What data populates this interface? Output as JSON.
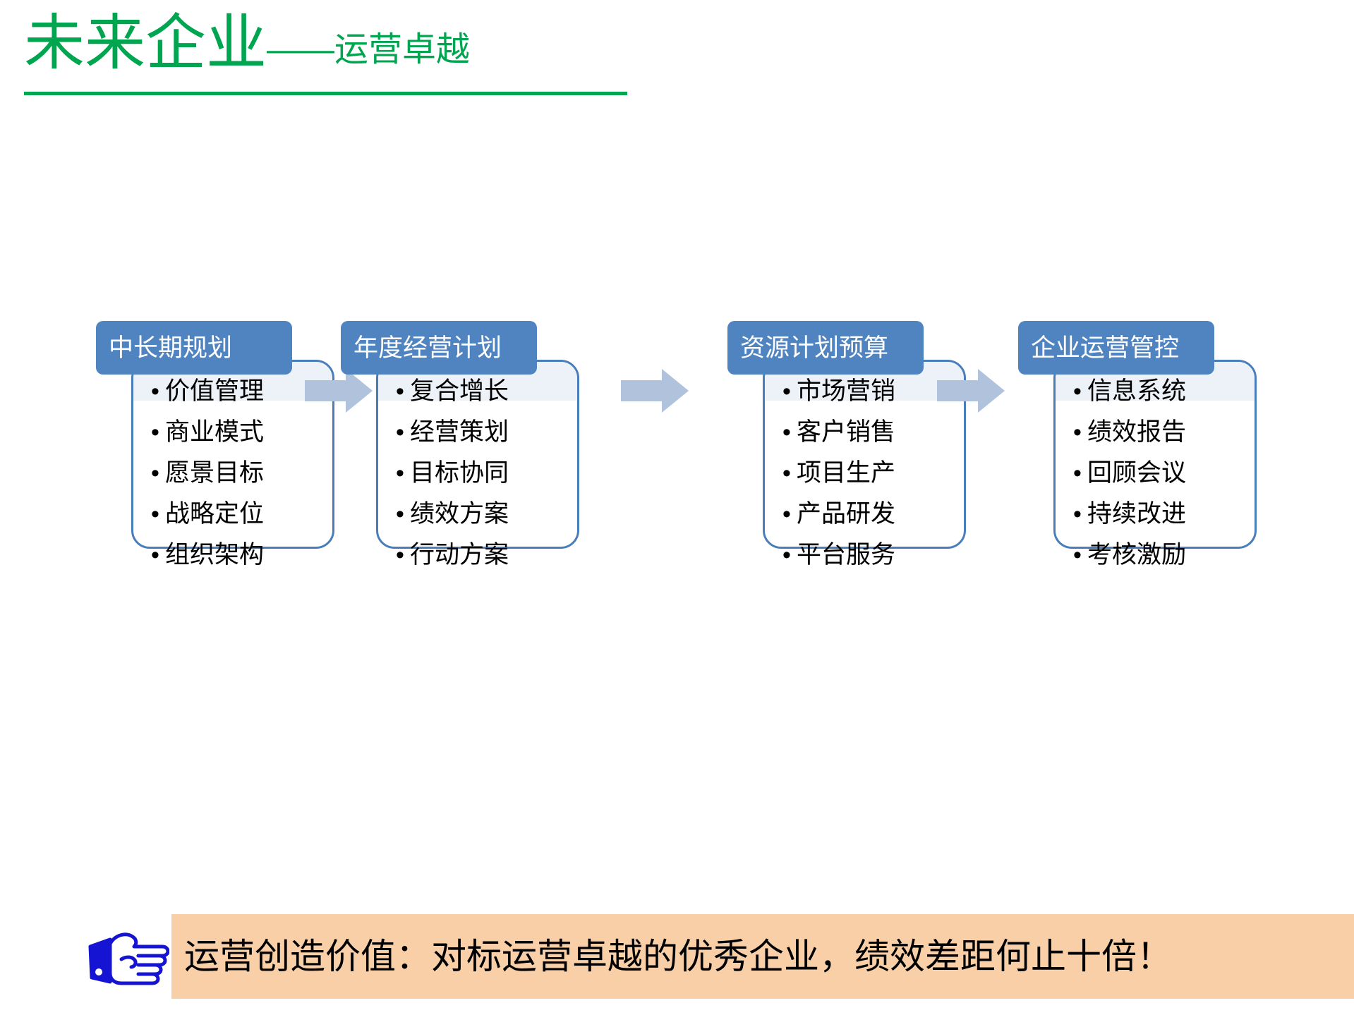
{
  "slide": {
    "title_main": "未来企业",
    "title_sub": "——运营卓越",
    "title_color": "#00A550"
  },
  "flow": {
    "accent_header_color": "#5084C0",
    "accent_border_color": "#4A7EBB",
    "arrow_color": "#B0C2DC",
    "arrow_icon": "right-block-arrow-icon",
    "groups": [
      {
        "header": "中长期规划",
        "items": [
          "价值管理",
          "商业模式",
          "愿景目标",
          "战略定位",
          "组织架构"
        ]
      },
      {
        "header": "年度经营计划",
        "items": [
          "复合增长",
          "经营策划",
          "目标协同",
          "绩效方案",
          "行动方案"
        ]
      },
      {
        "header": "资源计划预算",
        "items": [
          "市场营销",
          "客户销售",
          "项目生产",
          "产品研发",
          "平台服务"
        ]
      },
      {
        "header": "企业运营管控",
        "items": [
          "信息系统",
          "绩效报告",
          "回顾会议",
          "持续改进",
          "考核激励"
        ]
      }
    ]
  },
  "callout": {
    "icon": "pointing-hand-icon",
    "icon_color": "#1414D2",
    "band_color": "#F9CFA8",
    "text": "运营创造价值：对标运营卓越的优秀企业，绩效差距何止十倍！"
  }
}
